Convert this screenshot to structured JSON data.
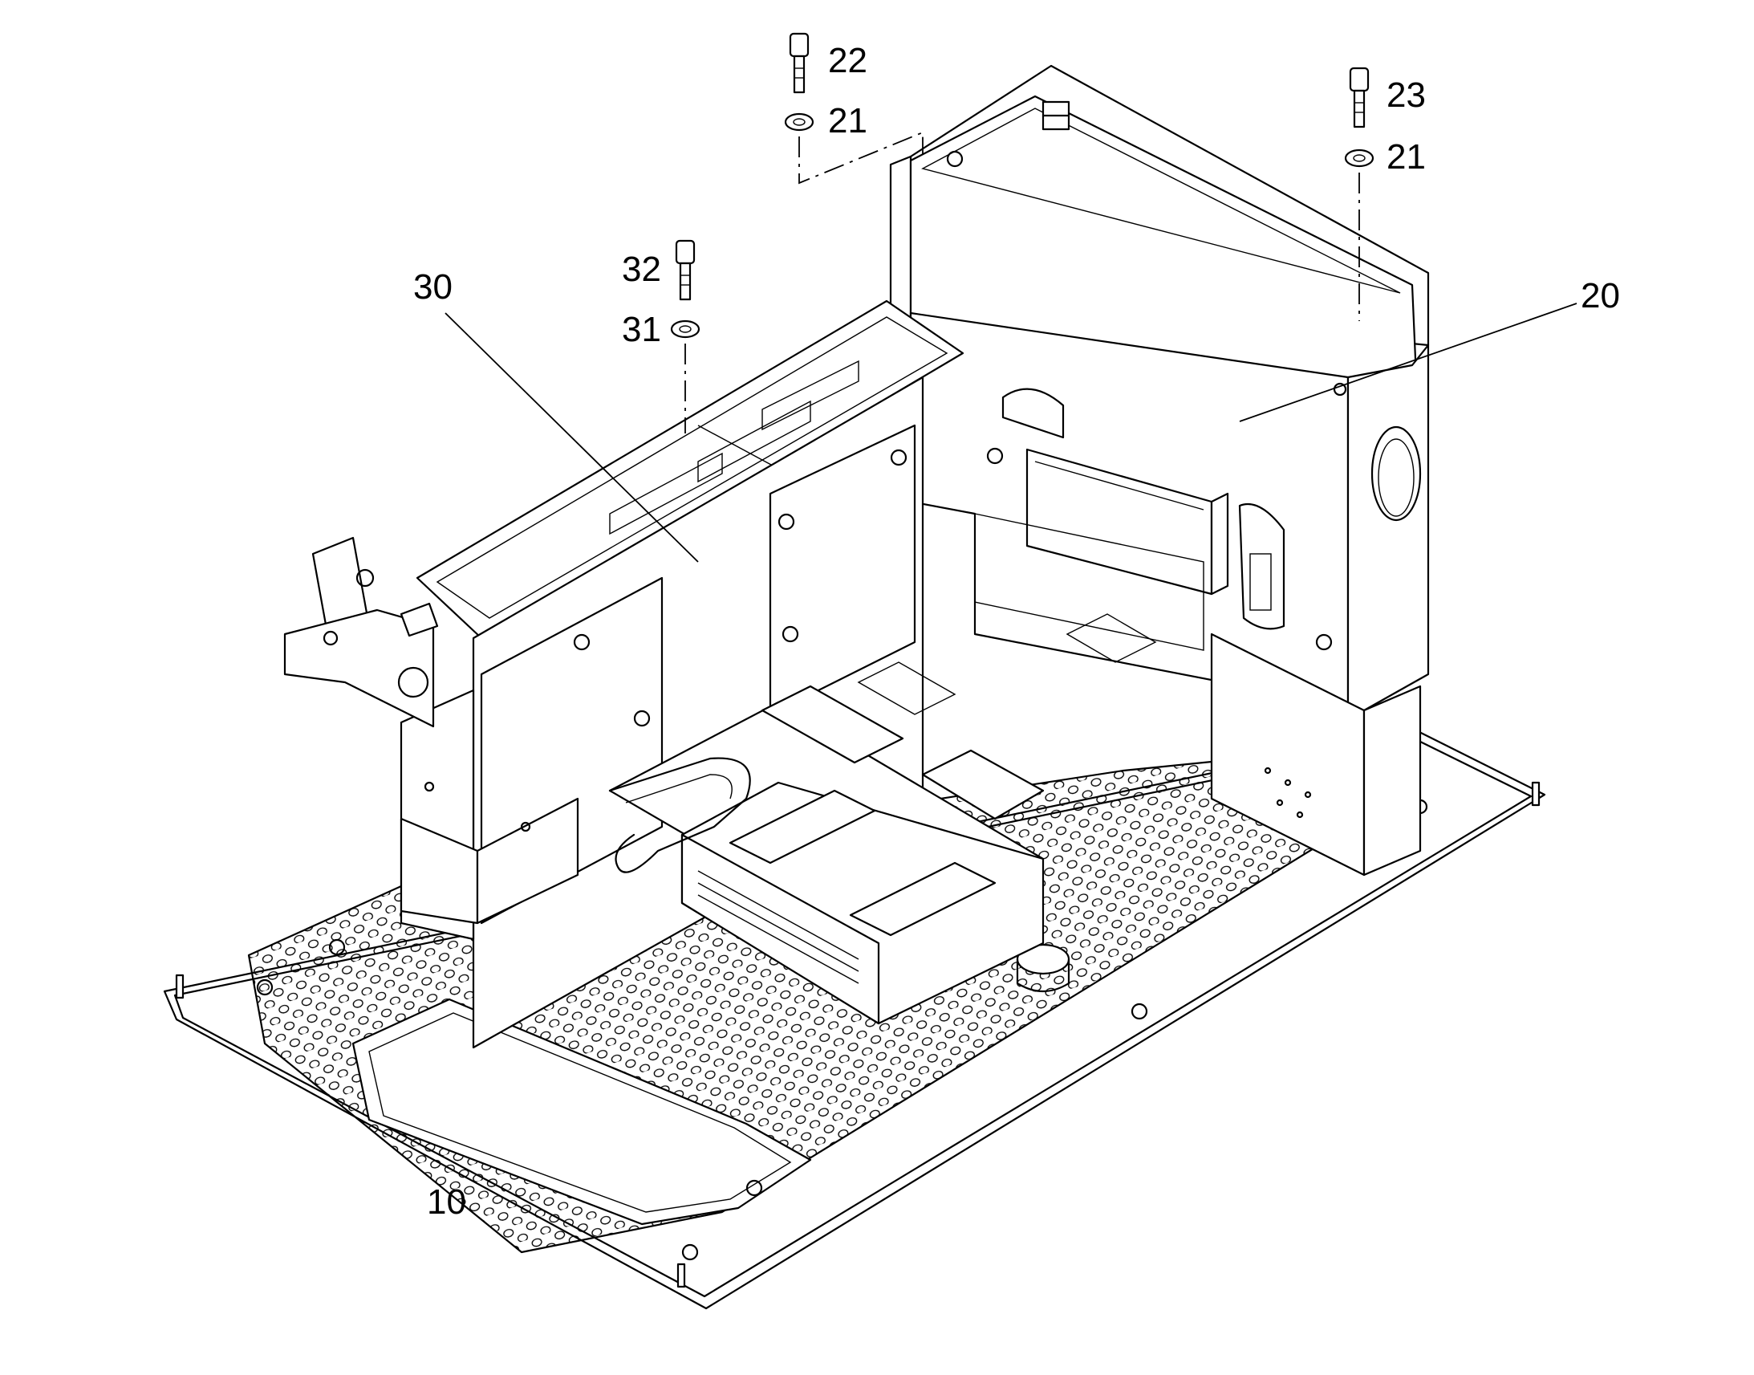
{
  "callouts": {
    "c10": "10",
    "c20": "20",
    "c21a": "21",
    "c21b": "21",
    "c22": "22",
    "c23": "23",
    "c30": "30",
    "c31": "31",
    "c32": "32"
  }
}
